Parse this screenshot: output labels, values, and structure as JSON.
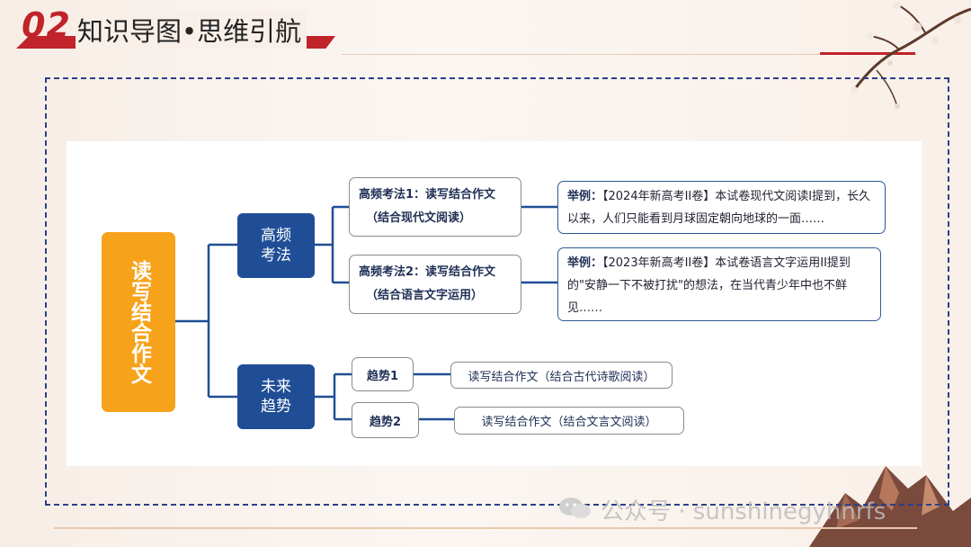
{
  "header": {
    "number": "02",
    "title": "知识导图•思维引航"
  },
  "diagram": {
    "root": "读写结合作文",
    "categories": [
      {
        "label_line1": "高频",
        "label_line2": "考法",
        "items": [
          {
            "method_line1": "高频考法1：读写结合作文",
            "method_line2": "（结合现代文阅读）",
            "example_label": "举例：",
            "example_text": "【2024年新高考II卷】本试卷现代文阅读I提到，长久以来，人们只能看到月球固定朝向地球的一面……"
          },
          {
            "method_line1": "高频考法2：读写结合作文",
            "method_line2": "（结合语言文字运用）",
            "example_label": "举例：",
            "example_text": "【2023年新高考II卷】本试卷语言文字运用II提到的\"安静一下不被打扰\"的想法，在当代青少年中也不鲜见……"
          }
        ]
      },
      {
        "label_line1": "未来",
        "label_line2": "趋势",
        "items": [
          {
            "trend": "趋势1",
            "desc": "读写结合作文（结合古代诗歌阅读）"
          },
          {
            "trend": "趋势2",
            "desc": "读写结合作文（结合文言文阅读）"
          }
        ]
      }
    ]
  },
  "watermark": "公众号 · sunshinegyhnrfs",
  "colors": {
    "accent_red": "#c0232a",
    "root_orange": "#f7a21b",
    "category_blue": "#1f4e96",
    "frame_blue": "#2c3f8a"
  }
}
